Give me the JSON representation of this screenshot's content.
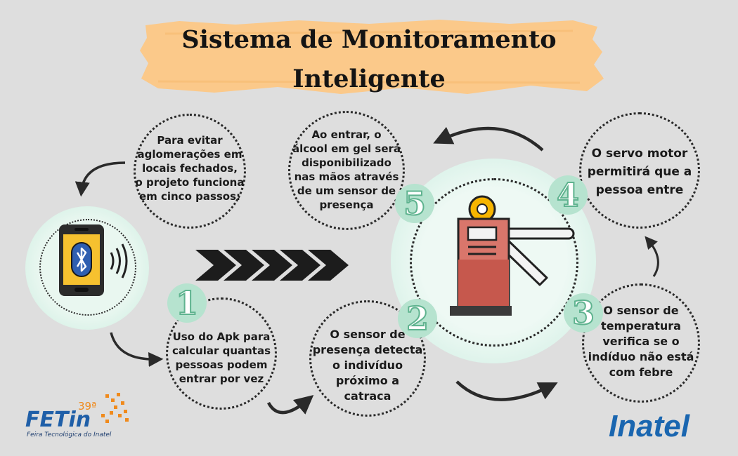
{
  "title": {
    "line1": "Sistema de Monitoramento",
    "line2": "Inteligente"
  },
  "steps": [
    {
      "number": "1",
      "lines": [
        "Uso do Apk para",
        "calcular quantas",
        "pessoas podem",
        "entrar por vez"
      ]
    },
    {
      "number": "2",
      "lines": [
        "O sensor de",
        "presença detecta",
        "o indivíduo",
        "próximo a",
        "catraca"
      ]
    },
    {
      "number": "3",
      "lines": [
        "O sensor de",
        "temperatura",
        "verifica se o",
        "indíduo não está",
        "com febre"
      ]
    },
    {
      "number": "4",
      "lines": [
        "O servo motor",
        "permitirá que a",
        "pessoa entre"
      ]
    },
    {
      "number": "5",
      "lines": [
        "Ao entrar,  o",
        "álcool em gel será",
        "disponibilizado",
        "nas mãos através",
        "de um sensor de",
        "presença"
      ]
    }
  ],
  "intro": {
    "lines": [
      "Para evitar",
      "aglomerações em",
      "locais fechados,",
      "o projeto funciona",
      "em cinco passos:"
    ]
  },
  "logos": {
    "fetin_edition": "39ª",
    "fetin_name": "FETin",
    "fetin_subtitle": "Feira Tecnológica do Inatel",
    "inatel": "Inatel"
  },
  "icons": [
    "smartphone-bluetooth-icon",
    "chevron-arrows-icon",
    "turnstile-icon",
    "curved-arrow-icon"
  ],
  "colors": {
    "background": "#dedede",
    "title_brush": "#fbc98a",
    "number_badge": "#b6e3cf",
    "glow": "#c9ecdf",
    "turnstile_body": "#d9766b",
    "phone_screen": "#f6c12f",
    "fetin_blue": "#1f5fa8",
    "fetin_orange": "#f08a1c",
    "inatel_blue": "#1a66b0"
  }
}
